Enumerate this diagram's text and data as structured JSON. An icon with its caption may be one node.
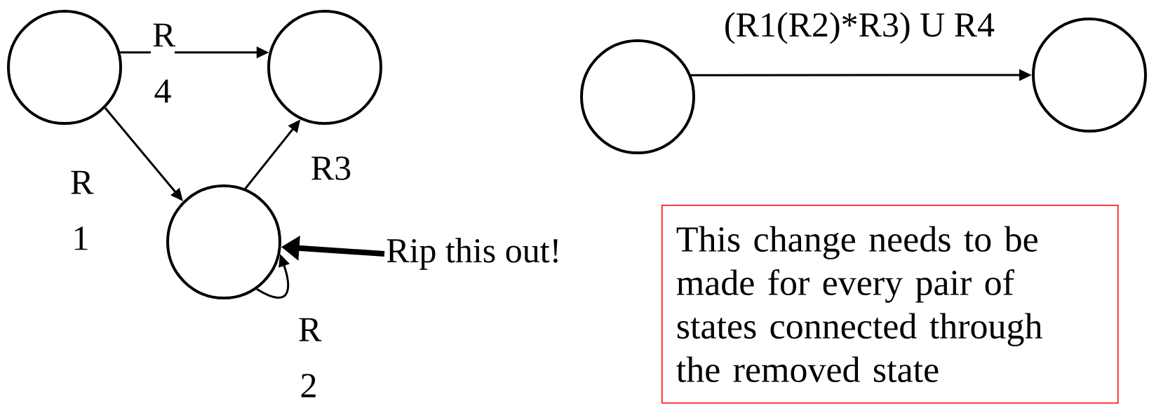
{
  "diagram": {
    "nodes": [
      {
        "text": [],
        "shape": "circle"
      },
      {
        "text": [],
        "shape": "circle"
      },
      {
        "text": [],
        "shape": "circle"
      },
      {
        "text": [
          "Rip this out!"
        ]
      },
      {
        "text": [],
        "shape": "circle"
      },
      {
        "text": [],
        "shape": "circle"
      },
      {
        "text": [
          "This change needs to be made for every pair of states connected through the removed state"
        ]
      }
    ],
    "edges": [
      {
        "from": 0,
        "to": 1,
        "arrow": "to",
        "label": "R 4"
      },
      {
        "from": 0,
        "to": 2,
        "arrow": "to",
        "label": "R 1"
      },
      {
        "from": 2,
        "to": 1,
        "arrow": "to",
        "label": "R3"
      },
      {
        "from": 2,
        "to": 2,
        "arrow": "to",
        "label": "R 2"
      },
      {
        "from": 3,
        "to": 2,
        "arrow": "to",
        "style": "thick"
      },
      {
        "from": 4,
        "to": 5,
        "arrow": "to",
        "label": "(R1(R2)*R3) U R4"
      }
    ]
  }
}
